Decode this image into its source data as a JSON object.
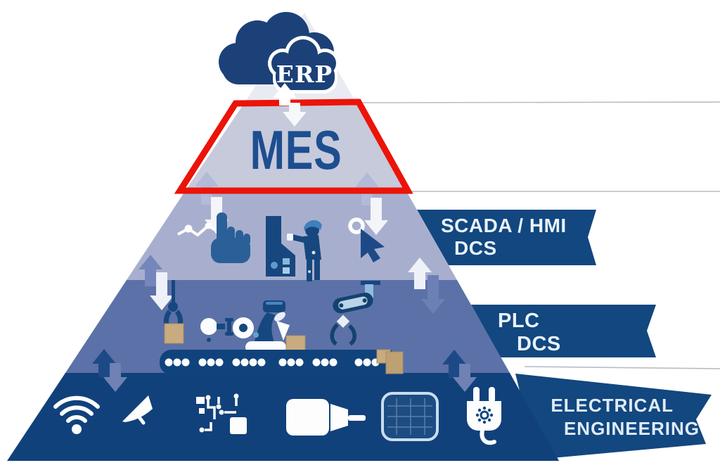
{
  "cloud": {
    "label": "ERP",
    "fill": "#1c4179"
  },
  "mes": {
    "label": "MES",
    "text_color": "#1d4e90",
    "fill": "#c6cadb",
    "highlight_color": "#ec1309"
  },
  "levels": {
    "apex_fill": "#e9ebf2",
    "scada_fill": "#a8afce",
    "plc_fill": "#5b71a8",
    "field_fill": "#11417b"
  },
  "banners": {
    "scada": {
      "line1": "SCADA / HMI",
      "line2": "DCS",
      "fill": "#12477f",
      "text_color": "#e9f2fb"
    },
    "plc": {
      "line1": "PLC",
      "line2": "DCS",
      "fill": "#12477f",
      "text_color": "#e9f2fb"
    },
    "electrical": {
      "line1": "ELECTRICAL",
      "line2": "ENGINEERING",
      "fill": "#12477f",
      "text_color": "#e0ebf6"
    }
  },
  "accents": {
    "icon_navy": "#17477f",
    "icon_steel": "#2b5f98",
    "icon_light_blue": "#8fbcdc",
    "arrow_white": "#f6f8fb",
    "arrow_light": "#b2bad8",
    "arrow_mid": "#7081b4",
    "arrow_dark": "#1d4a86",
    "crate_tan": "#c9ab80",
    "guide_line": "#b7bdc5",
    "white": "#fdfdfe"
  },
  "icons": {
    "scada": [
      "trend-touch-hand-icon",
      "operator-panel-icon",
      "mouse-cursor-icon"
    ],
    "plc": [
      "gripper-crane-icon",
      "gear-link-icon",
      "robot-arm-icon",
      "claw-arm-icon",
      "conveyor-belt-icon",
      "crate-icon"
    ],
    "field": [
      "wifi-icon",
      "antenna-icon",
      "circuit-icon",
      "drill-icon",
      "touch-panel-icon",
      "power-plug-icon"
    ]
  }
}
